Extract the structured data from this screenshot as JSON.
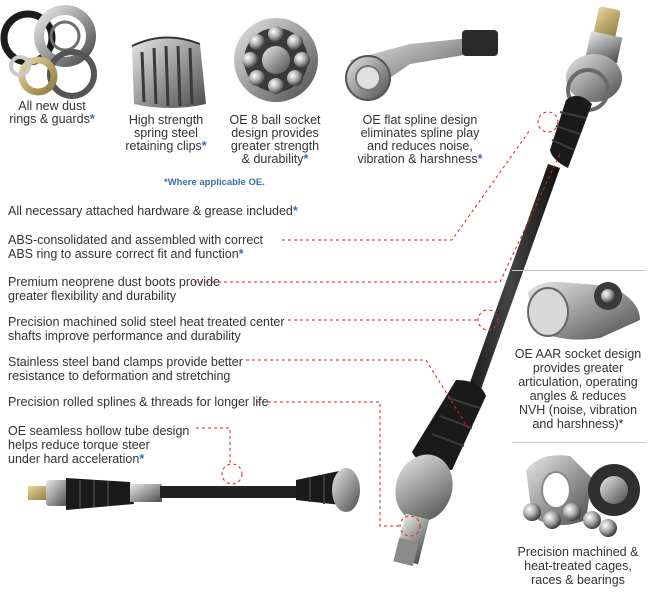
{
  "top_features": [
    {
      "line1": "All new dust",
      "line2": "rings & guards",
      "asterisk": "*"
    },
    {
      "line1": "High strength",
      "line2": "spring steel",
      "line3": "retaining clips",
      "asterisk": "*"
    },
    {
      "line1": "OE 8 ball socket",
      "line2": "design provides",
      "line3": "greater strength",
      "line4": "& durability",
      "asterisk": "*"
    },
    {
      "line1": "OE flat spline design",
      "line2": "eliminates spline play",
      "line3": "and reduces noise,",
      "line4": "vibration & harshness",
      "asterisk": "*"
    }
  ],
  "note": "*Where applicable OE.",
  "features": [
    {
      "line1": "All necessary attached hardware & grease included",
      "asterisk": "*"
    },
    {
      "line1": "ABS-consolidated and assembled with correct",
      "line2": "ABS ring to assure correct fit and function",
      "asterisk": "*"
    },
    {
      "line1": "Premium neoprene dust boots provide",
      "line2": "greater flexibility and durability"
    },
    {
      "line1": "Precision machined solid steel heat treated center",
      "line2": "shafts improve performance and durability"
    },
    {
      "line1": "Stainless steel band clamps provide better",
      "line2": "resistance to deformation and stretching"
    },
    {
      "line1": "Precision rolled splines & threads for longer life"
    },
    {
      "line1": "OE seamless hollow tube design",
      "line2": "helps reduce torque steer",
      "line3": "under hard acceleration",
      "asterisk": "*"
    }
  ],
  "right_captions": {
    "aar": {
      "line1": "OE AAR socket design",
      "line2": "provides greater",
      "line3": "articulation, operating",
      "line4": "angles & reduces",
      "line5": "NVH (noise, vibration",
      "line6": "and harshness)*"
    },
    "precision": {
      "line1": "Precision machined &",
      "line2": "heat-treated cages,",
      "line3": "races & bearings"
    }
  },
  "colors": {
    "leader": "#e02020",
    "asterisk": "#3b6fae",
    "text": "#333333"
  }
}
